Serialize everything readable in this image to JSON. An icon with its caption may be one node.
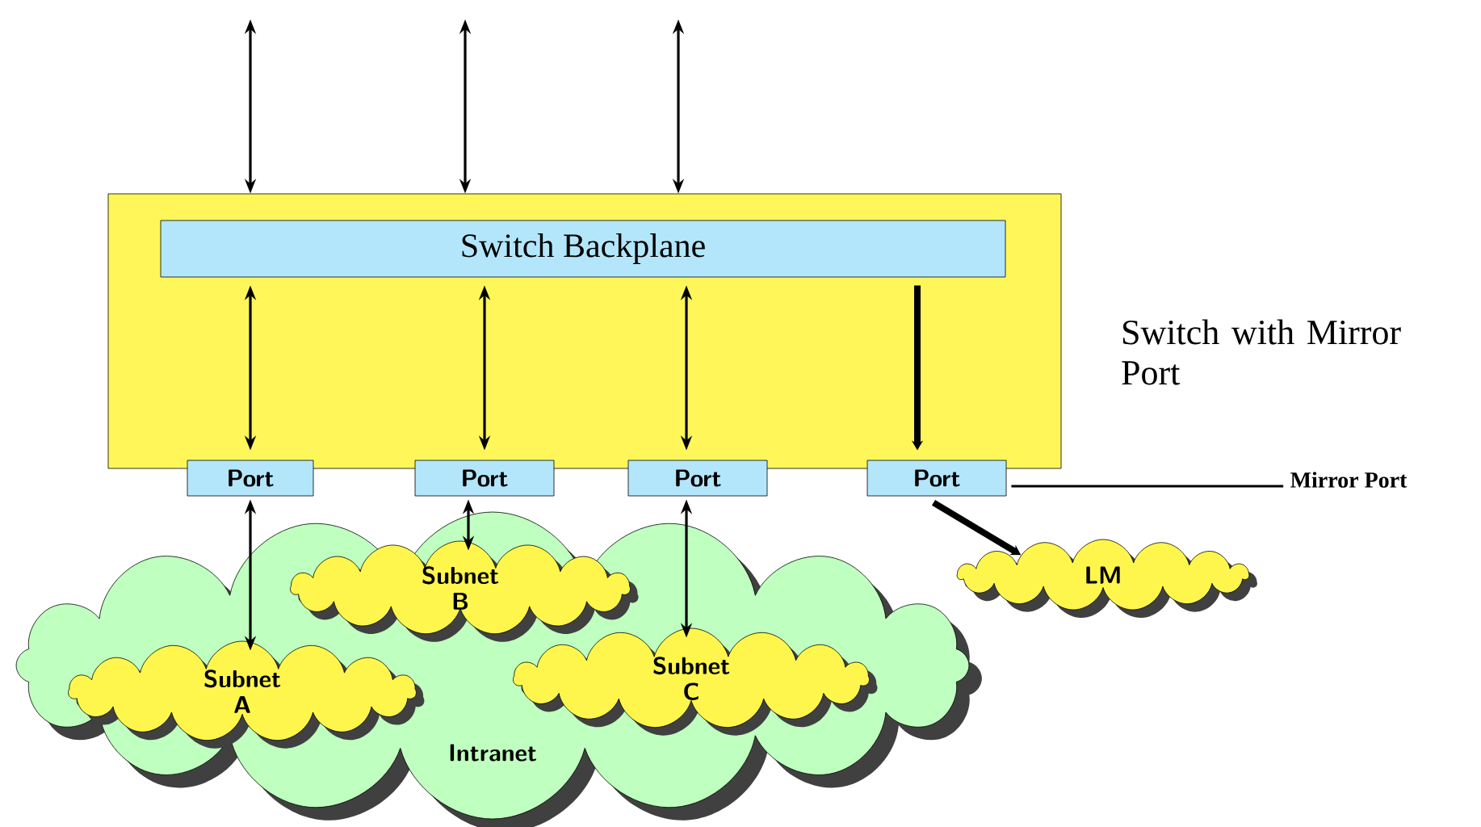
{
  "diagram": {
    "nodes": [
      {
        "text": [
          "Switch with Mirror Port"
        ]
      },
      {
        "text": [
          "Switch Backplane"
        ],
        "in": 0
      },
      {
        "text": [
          "Port"
        ]
      },
      {
        "text": [
          "Port"
        ]
      },
      {
        "text": [
          "Port"
        ]
      },
      {
        "text": [
          "Port"
        ]
      },
      {
        "text": [
          "Intranet"
        ]
      },
      {
        "text": [
          "Subnet A"
        ],
        "in": 6
      },
      {
        "text": [
          "Subnet B"
        ],
        "in": 6
      },
      {
        "text": [
          "Subnet C"
        ],
        "in": 6
      },
      {
        "text": [
          "LM"
        ]
      },
      {
        "text": [
          "Mirror Port"
        ]
      }
    ],
    "edges": [
      {
        "from": null,
        "to": 0,
        "arrow": "both"
      },
      {
        "from": null,
        "to": 0,
        "arrow": "both"
      },
      {
        "from": null,
        "to": 0,
        "arrow": "both"
      },
      {
        "from": 1,
        "to": 2,
        "arrow": "both"
      },
      {
        "from": 1,
        "to": 3,
        "arrow": "both"
      },
      {
        "from": 1,
        "to": 4,
        "arrow": "both"
      },
      {
        "from": 1,
        "to": 5,
        "arrow": "to",
        "style": "thick"
      },
      {
        "from": 2,
        "to": 7,
        "arrow": "both"
      },
      {
        "from": 3,
        "to": 8,
        "arrow": "both"
      },
      {
        "from": 4,
        "to": 9,
        "arrow": "both"
      },
      {
        "from": 5,
        "to": 10,
        "arrow": "to",
        "style": "thick"
      },
      {
        "from": 11,
        "to": 5,
        "arrow": "none"
      }
    ]
  }
}
